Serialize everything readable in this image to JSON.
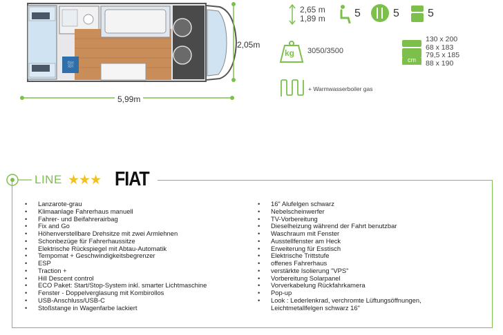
{
  "floorplan": {
    "width_label": "2,05m",
    "length_label": "5,99m"
  },
  "specs": {
    "height_label": "2,65",
    "height_unit": "m",
    "height2_label": "1,89",
    "height2_unit": "m",
    "seats": "5",
    "dining": "5",
    "beds": "5",
    "weight_icon_text": "kg",
    "weight": "3050/3500",
    "bed_icon_text": "cm",
    "bed_sizes": [
      "130 x 200",
      "68 x 183",
      "79,5 x 185",
      "88 x 190"
    ],
    "boiler": "+ Warmwasserboiler gas"
  },
  "equipment": {
    "line_label": "LINE",
    "stars": "★★★",
    "brand": "FIAT",
    "left_items": [
      "Lanzarote-grau",
      "Klimaanlage Fahrerhaus manuell",
      "Fahrer- und Beifahrerairbag",
      "Fix and Go",
      "Höhenverstellbare Drehsitze mit zwei Armlehnen",
      "Schonbezüge für Fahrerhaussitze",
      "Elektrische Rückspiegel mit Abtau-Automatik",
      "Tempomat + Geschwindigkeitsbegrenzer",
      "ESP",
      "Traction +",
      "Hill Descent control",
      "ECO Paket: Start/Stop-System inkl. smarter Lichtmaschine",
      "Fenster - Doppelverglasung mit Kombirollos",
      "USB-Anschluss/USB-C",
      "Stoßstange in Wagenfarbe lackiert"
    ],
    "right_items": [
      "16\" Alufelgen schwarz",
      "Nebelscheinwerfer",
      "TV-Vorbereitung",
      "Dieselheizung während der Fahrt benutzbar",
      "Waschraum mit Fenster",
      "Ausstellfenster am Heck",
      "Erweiterung für Esstisch",
      "Elektrische Trittstufe",
      "offenes Fahrerhaus",
      "verstärkte Isolierung \"VPS\"",
      "Vorbereitung Solarpanel",
      "Vorverkabelung Rückfahrkamera",
      "Pop-up",
      "Look : Lederlenkrad, verchromte Lüftungsöffnungen,",
      "Leichtmetallfelgen schwarz 16\""
    ]
  },
  "colors": {
    "accent": "#7cc04b",
    "stars": "#f1c21b"
  }
}
